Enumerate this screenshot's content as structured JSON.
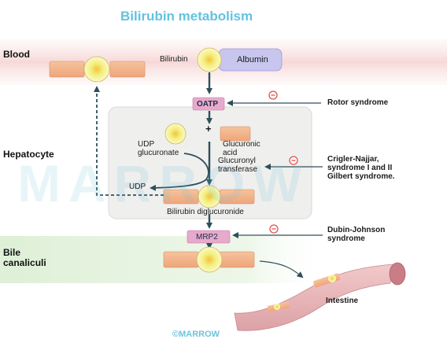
{
  "title": "Bilirubin metabolism",
  "regions": {
    "blood": "Blood",
    "hepatocyte": "Hepatocyte",
    "bile_canaliculi_line1": "Bile",
    "bile_canaliculi_line2": "canaliculi"
  },
  "molecules": {
    "bilirubin": "Bilirubin",
    "albumin": "Albumin",
    "oatp": "OATP",
    "udp_glucuronate_line1": "UDP",
    "udp_glucuronate_line2": "glucuronate",
    "plus": "+",
    "glucuronic_acid_line1": "Glucuronic",
    "glucuronic_acid_line2": "acid",
    "glucuronyl_transferase_line1": "Glucuronyl",
    "glucuronyl_transferase_line2": "transferase",
    "udp": "UDP",
    "bilirubin_diglucuronide": "Bilirubin diglucuronide",
    "mrp2": "MRP2",
    "intestine": "Intestine"
  },
  "inhibition_symbol": "−",
  "disorders": {
    "rotor": "Rotor syndrome",
    "crigler_line1": "Crigler-Najjar,",
    "crigler_line2": "syndrome I and II",
    "crigler_line3": "Gilbert syndrome.",
    "dubin_line1": "Dubin-Johnson",
    "dubin_line2": "syndrome"
  },
  "watermark": "MARROW",
  "footer": "©MARROW",
  "colors": {
    "title": "#63c3df",
    "arrow": "#2e4f5a",
    "membrane": "#f2b48a",
    "pigment": "#f3f07a",
    "albumin": "#c8c6ee",
    "transporter": "#e7a9cc",
    "inhibitor": "#e0524d",
    "hepatocyte_fill": "#efefee"
  }
}
